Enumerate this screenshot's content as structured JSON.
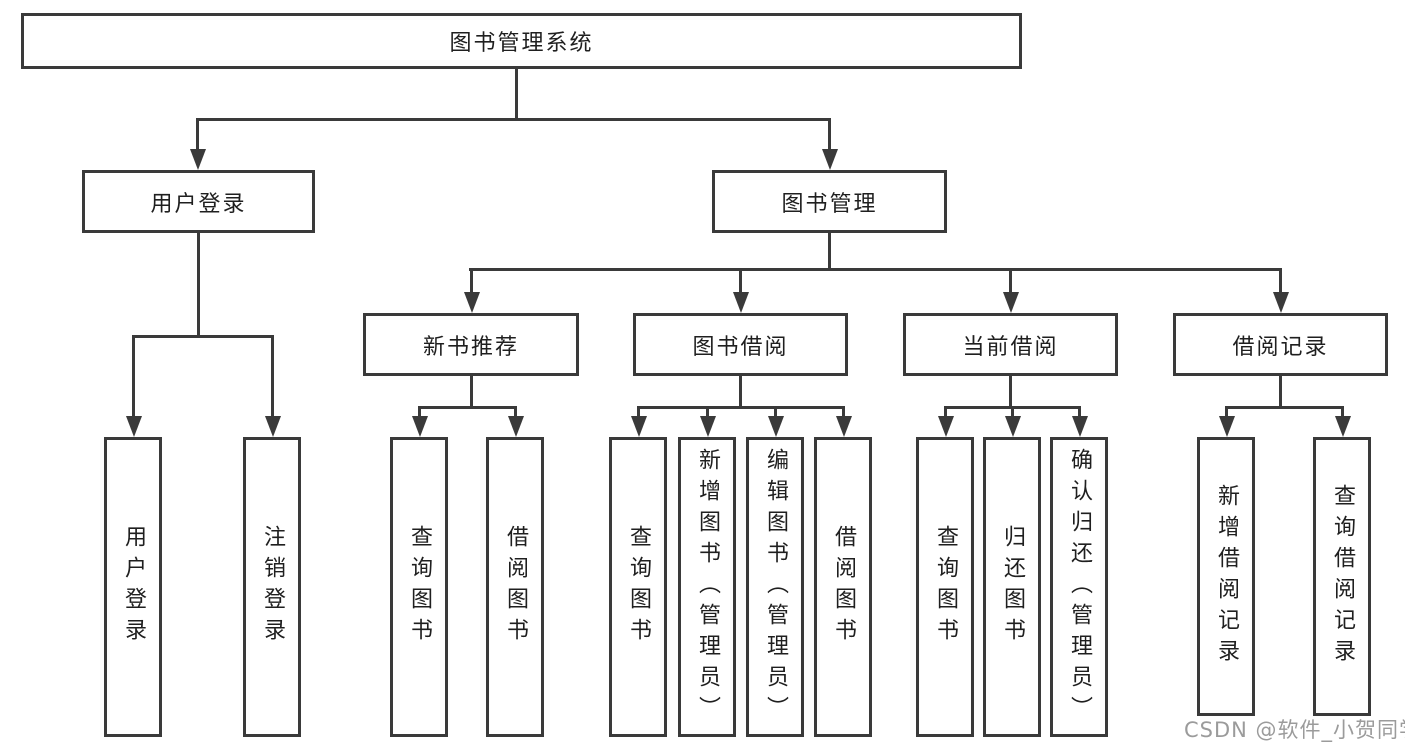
{
  "diagram": {
    "root": {
      "label": "图书管理系统"
    },
    "level2": [
      {
        "label": "用户登录"
      },
      {
        "label": "图书管理"
      }
    ],
    "level3": [
      {
        "label": "新书推荐"
      },
      {
        "label": "图书借阅"
      },
      {
        "label": "当前借阅"
      },
      {
        "label": "借阅记录"
      }
    ],
    "leaves": [
      {
        "label": "用户登录"
      },
      {
        "label": "注销登录"
      },
      {
        "label": "查询图书"
      },
      {
        "label": "借阅图书"
      },
      {
        "label": "查询图书"
      },
      {
        "label": "新增图书（管理员）"
      },
      {
        "label": "编辑图书（管理员）"
      },
      {
        "label": "借阅图书"
      },
      {
        "label": "查询图书"
      },
      {
        "label": "归还图书"
      },
      {
        "label": "确认归还（管理员）"
      },
      {
        "label": "新增借阅记录"
      },
      {
        "label": "查询借阅记录"
      }
    ],
    "colors": {
      "line": "#3a3a3a",
      "text": "#1f1f1f",
      "watermark": "#9b9b9b",
      "background": "#ffffff"
    }
  },
  "watermark": {
    "text": "CSDN @软件_小贺同学"
  }
}
